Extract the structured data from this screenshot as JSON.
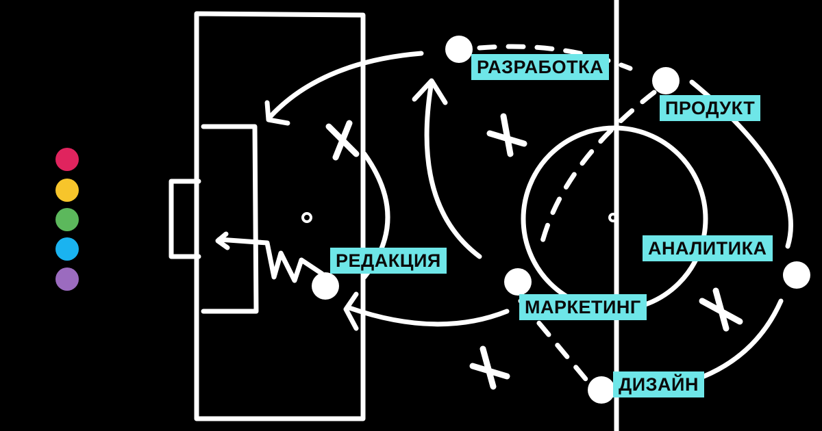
{
  "legend_dots": [
    {
      "color": "#e0245e"
    },
    {
      "color": "#f7c52b"
    },
    {
      "color": "#5cb85c"
    },
    {
      "color": "#1ab3f0"
    },
    {
      "color": "#9b6bbf"
    }
  ],
  "label_color": "#6ee6e8",
  "labels": {
    "development": "РАЗРАБОТКА",
    "product": "ПРОДУКТ",
    "analytics": "АНАЛИТИКА",
    "editorial": "РЕДАКЦИЯ",
    "marketing": "МАРКЕТИНГ",
    "design": "ДИЗАЙН"
  }
}
